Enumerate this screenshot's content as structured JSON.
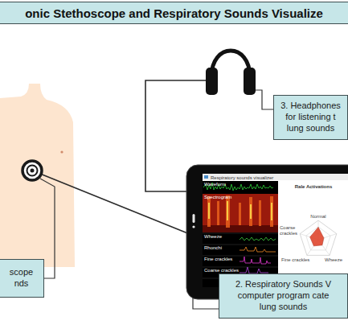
{
  "diagram": {
    "title": "onic Stethoscope and Respiratory Sounds Visualize",
    "nodes": [
      {
        "text": [
          "3. Headphones for listening t lung sounds"
        ]
      },
      {
        "text": [
          "scope nds"
        ]
      },
      {
        "text": [
          "2. Respiratory Sounds V computer program cate lung sounds"
        ]
      }
    ],
    "labels": [
      "Respiratory sounds visualizer",
      "Waveform",
      "Spectrogram",
      "Wheeze",
      "Rhonchi",
      "Fine crackles",
      "Coarse crackles",
      "Rale Activations",
      "Normal",
      "Coarse crackles",
      "Fine crackles",
      "Wheeze"
    ]
  }
}
